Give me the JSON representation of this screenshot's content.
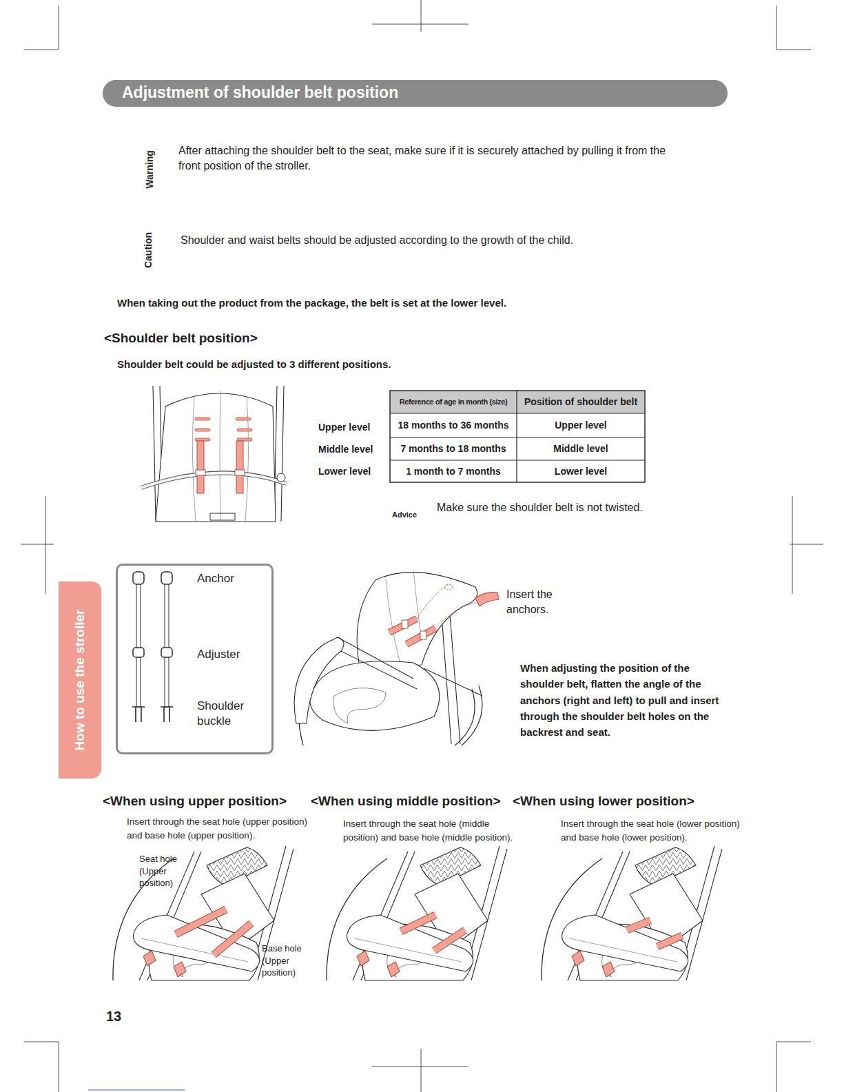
{
  "diagram": {
    "title": "Adjustment of shoulder belt position",
    "nodes": [
      {
        "text": [
          "How to use the stroller"
        ]
      },
      {
        "text": [
          "Anchor",
          "Adjuster",
          "Shoulder buckle"
        ]
      }
    ],
    "labels": [
      "Warning",
      "After attaching the shoulder belt to the seat, make sure if it is securely attached by pulling it from the front position of the stroller.",
      "Caution",
      "Shoulder and waist belts should be adjusted according to the growth of the child.",
      "When taking out the product from the package, the belt is set at the lower level.",
      "<Shoulder belt position>",
      "Shoulder belt could be adjusted to 3 different positions.",
      "Upper level",
      "Middle level",
      "Lower level",
      "Reference of age in month (size)",
      "Position of shoulder belt",
      "18 months to 36 months",
      "Upper level",
      "7 months to 18 months",
      "Middle level",
      "1 month to 7 months",
      "Lower level",
      "Advice",
      "Make sure the shoulder belt is not twisted.",
      "Insert the anchors.",
      "When adjusting the position of the shoulder belt, flatten the angle of the anchors (right and left) to pull and insert through the shoulder belt holes on the backrest and seat.",
      "<When using upper position>",
      "Insert through the seat hole (upper position) and base hole (upper position).",
      "Seat hole (Upper position)",
      "Base hole (Upper position)",
      "<When using middle position>",
      "Insert through the seat hole (middle position) and base hole (middle position).",
      "<When using lower position>",
      "Insert through the seat hole (lower position) and base hole (lower position).",
      "13"
    ]
  }
}
